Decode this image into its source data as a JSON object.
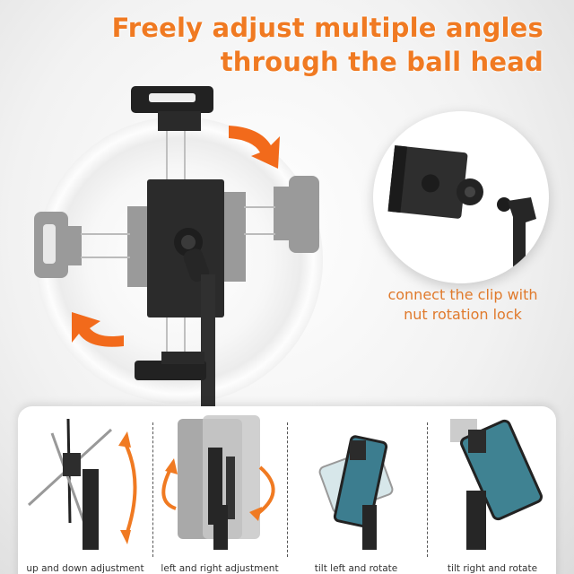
{
  "headline": {
    "line1": "Freely adjust multiple angles",
    "line2": "through the ball head",
    "color": "#f07a22"
  },
  "hero": {
    "image": "phone-holder-rotating-clip-with-arrows",
    "arrow_color": "#f26a1b"
  },
  "detail": {
    "image": "clip-nut-ballhead-exploded-view",
    "caption_line1": "connect the clip with",
    "caption_line2": "nut rotation lock",
    "caption_color": "#e07a2c"
  },
  "features": [
    {
      "label": "up and down adjustment",
      "image": "tilt-up-down"
    },
    {
      "label": "left and right adjustment",
      "image": "swivel-left-right"
    },
    {
      "label": "tilt left and rotate",
      "image": "tilt-left-rotate"
    },
    {
      "label": "tilt right and rotate",
      "image": "tilt-right-rotate"
    }
  ]
}
